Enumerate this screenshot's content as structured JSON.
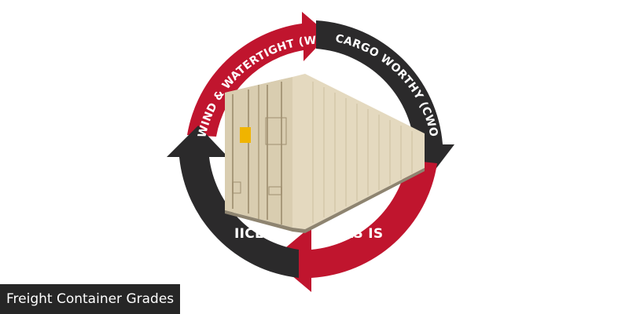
{
  "colors": {
    "red": "#c0152e",
    "dark": "#2b2a2b",
    "container_body": "#e4d9bf",
    "container_shadow": "#c8bb9d",
    "container_door": "#d9cdb0",
    "warning_label": "#f0b400"
  },
  "diagram": {
    "segments": [
      {
        "label": "WIND & WATERTIGHT (WWT)",
        "color": "red"
      },
      {
        "label": "CARGO WORTHY (CWO)",
        "color": "dark"
      },
      {
        "label": "AS IS",
        "color": "red"
      },
      {
        "label": "IICL",
        "color": "dark"
      }
    ]
  },
  "caption": "Freight Container Grades"
}
